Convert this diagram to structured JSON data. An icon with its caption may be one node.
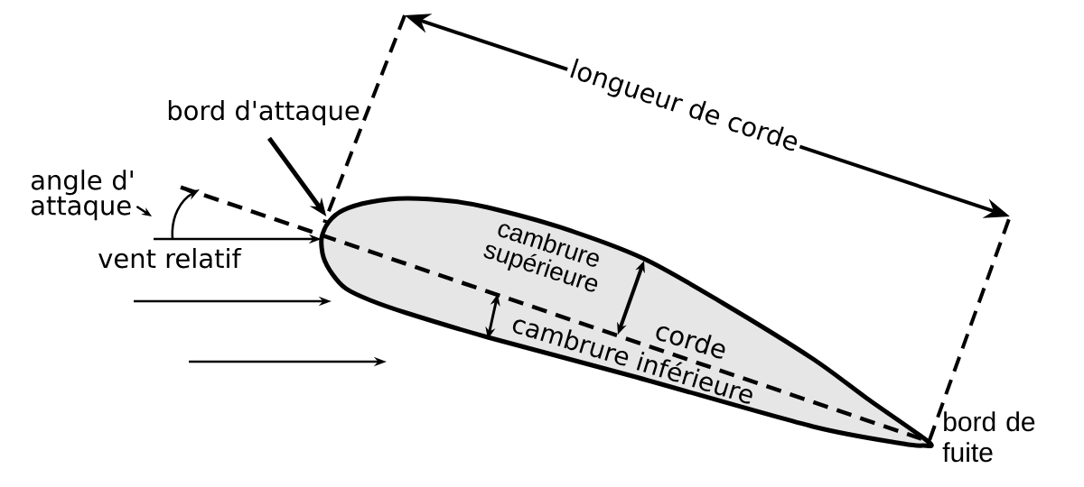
{
  "diagram": {
    "nodes": [
      {
        "text": [
          "bord d'attaque"
        ]
      },
      {
        "text": [
          "angle d' attaque"
        ]
      },
      {
        "text": [],
        "shape": "picture"
      }
    ],
    "edges": [
      {
        "from": 0,
        "to": 2,
        "arrow": "to",
        "style": "thick"
      },
      {
        "from": 1,
        "to": null,
        "arrow": "to"
      }
    ],
    "labels": [
      "longueur de corde",
      "cambrure supérieure",
      "vent relatif",
      "corde",
      "cambrure inférieure",
      "bord de fuite"
    ]
  }
}
